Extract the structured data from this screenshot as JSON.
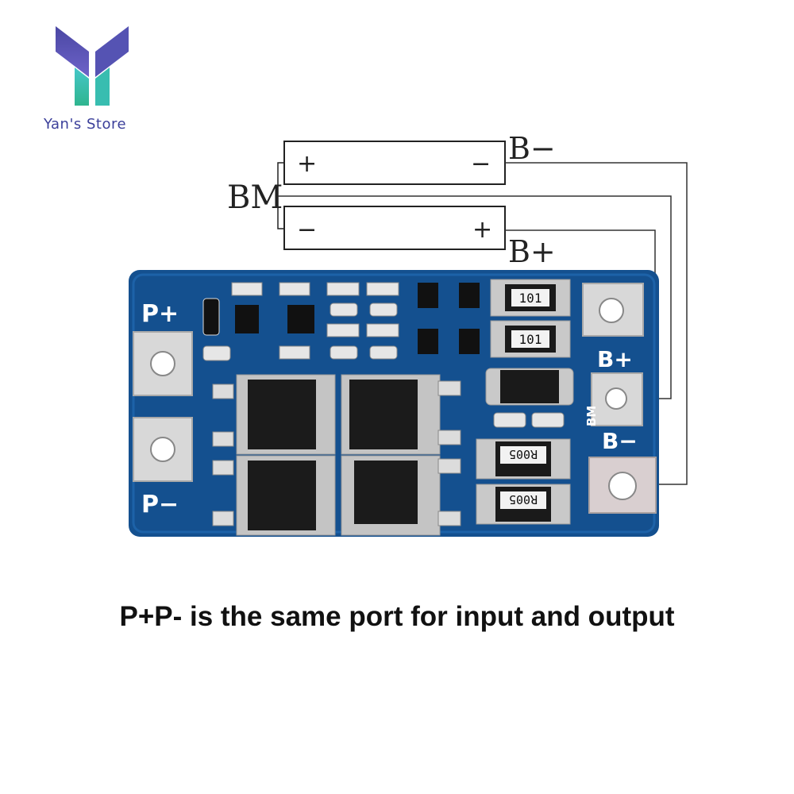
{
  "brand": {
    "name": "Yan's Store"
  },
  "diagram": {
    "bm_label": "BM",
    "b_minus_label": "B−",
    "b_plus_label": "B+",
    "cell_top": {
      "left_sign": "+",
      "right_sign": "−"
    },
    "cell_bottom": {
      "left_sign": "−",
      "right_sign": "+"
    }
  },
  "board": {
    "p_plus": "P+",
    "p_minus": "P−",
    "b_plus": "B+",
    "b_minus": "B−",
    "bm": "BM",
    "resistor_101": "101",
    "resistor_r005": "R005"
  },
  "caption": "P+P- is the same port for input and output"
}
